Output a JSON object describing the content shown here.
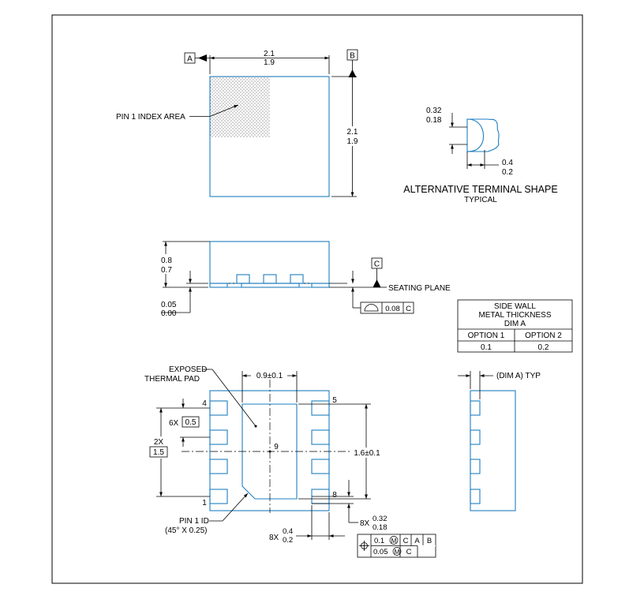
{
  "top_view": {
    "datum_a": "A",
    "datum_b": "B",
    "width_max": "2.1",
    "width_min": "1.9",
    "height_max": "2.1",
    "height_min": "1.9",
    "pin1_index_label": "PIN 1 INDEX AREA"
  },
  "terminal_detail": {
    "height_max": "0.32",
    "height_min": "0.18",
    "length_max": "0.4",
    "length_min": "0.2",
    "title": "ALTERNATIVE TERMINAL SHAPE",
    "subtitle": "TYPICAL"
  },
  "side_view": {
    "height_max": "0.8",
    "height_min": "0.7",
    "standoff_max": "0.05",
    "standoff_min": "0.00",
    "datum_c": "C",
    "seating_plane_label": "SEATING PLANE",
    "flatness_value": "0.08",
    "flatness_datum": "C"
  },
  "side_wall_table": {
    "title_line1": "SIDE WALL",
    "title_line2": "METAL THICKNESS",
    "title_line3": "DIM A",
    "headers": [
      "OPTION 1",
      "OPTION 2"
    ],
    "values": [
      "0.1",
      "0.2"
    ]
  },
  "bottom_view": {
    "exposed_pad_line1": "EXPOSED",
    "exposed_pad_line2": "THERMAL PAD",
    "pad_width": "0.9±0.1",
    "pad_length": "1.6±0.1",
    "pin_count_pitch": "6X",
    "pitch": "0.5",
    "span_count": "2X",
    "span": "1.5",
    "pin_4": "4",
    "pin_5": "5",
    "pin_1": "1",
    "pin_8": "8",
    "pad_number": "9",
    "pin1_id_line1": "PIN 1 ID",
    "pin1_id_line2": "(45° X 0.25)",
    "lead_width_count": "8X",
    "lead_width_max": "0.32",
    "lead_width_min": "0.18",
    "lead_length_count": "8X",
    "lead_length_max": "0.4",
    "lead_length_min": "0.2",
    "tol_row1_value": "0.1",
    "tol_row1_datums": [
      "C",
      "A",
      "B"
    ],
    "tol_row2_value": "0.05",
    "tol_row2_datum": "C",
    "mmc_symbol": "M"
  },
  "side_wall_view": {
    "label": "(DIM A) TYP"
  }
}
